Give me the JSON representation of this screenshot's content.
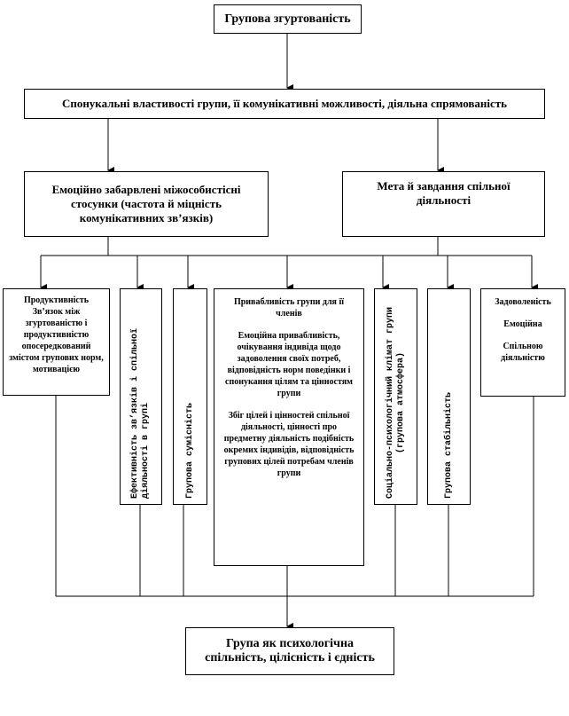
{
  "top": "Групова згуртованість",
  "level2": "Спонукальні властивості групи, її комунікативні можливості, діяльна спрямованість",
  "left": "Емоційно забарвлені міжособистісні стосунки (частота й міцність комунікативних зв’язків)",
  "right": "Мета й завдання спільної діяльності",
  "boxA": [
    "Продуктивність",
    "Зв’язок між згуртованістю і продуктивністю опосередкований змістом групових норм, мотивацією"
  ],
  "boxB": [
    "Ефективність зв’язків і спільної",
    "діяльності в групі"
  ],
  "boxC": "Групова сумісність",
  "boxD": [
    "Привабливість групи для її членів",
    "Емоційна привабливість, очікування індивіда щодо задоволення своїх потреб, відповідність норм поведінки і спонукання цілям та цінностям групи",
    "Збіг цілей і цінностей спільної діяльності, цінності про предметну діяльність подібність окремих індивідів, відповідність групових цілей потребам членів групи"
  ],
  "boxE": [
    "Соціально-психологічний клімат групи",
    "(групова атмосфера)"
  ],
  "boxF": "Групова стабільність",
  "boxG": [
    "Задоволеність",
    "Емоційна",
    "Спільною діяльністю"
  ],
  "bottom": "Група як психологічна спільність, цілісність і єдність"
}
